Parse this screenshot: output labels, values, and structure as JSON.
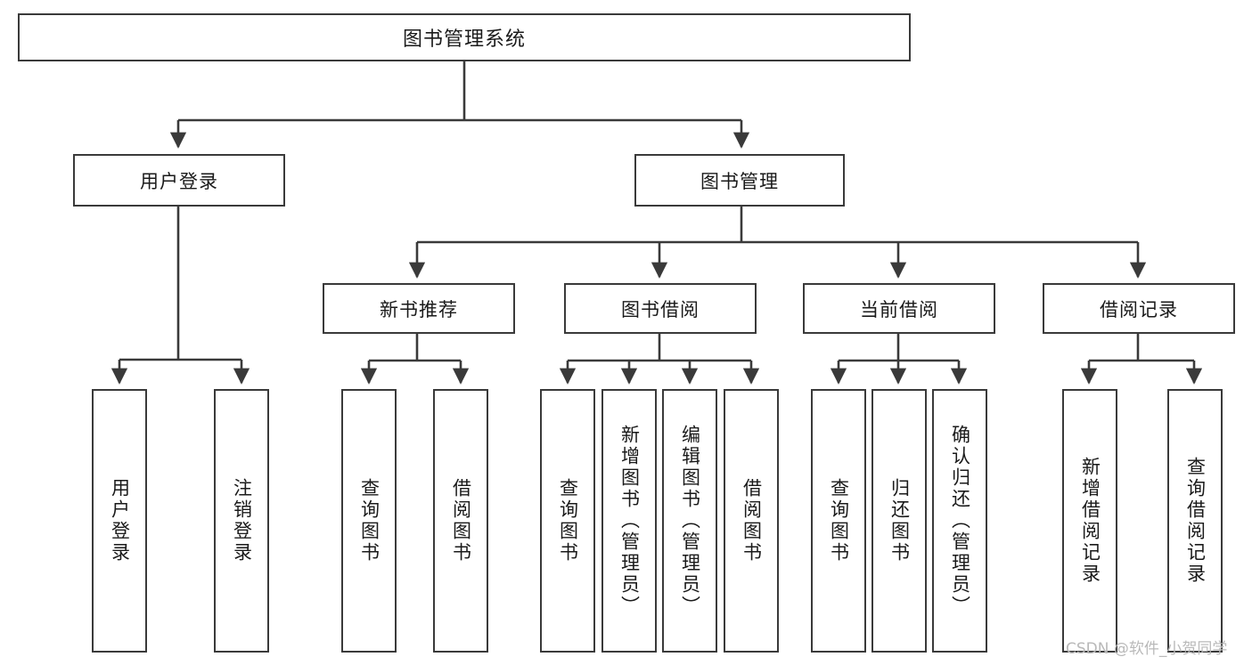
{
  "diagram": {
    "title": "图书管理系统",
    "type": "hierarchy-tree",
    "watermark": "CSDN @软件_小贺同学",
    "colors": {
      "box_border": "#3a3a3a",
      "box_fill": "#ffffff",
      "edge": "#3a3a3a",
      "text": "#1a1a1a",
      "watermark": "#b9b9b9"
    },
    "levels": {
      "root": {
        "label": "图书管理系统"
      },
      "level2": [
        {
          "label": "用户登录"
        },
        {
          "label": "图书管理"
        }
      ],
      "level3": [
        {
          "label": "新书推荐"
        },
        {
          "label": "图书借阅"
        },
        {
          "label": "当前借阅"
        },
        {
          "label": "借阅记录"
        }
      ],
      "leaves": {
        "user_login": [
          {
            "label": "用户登录"
          },
          {
            "label": "注销登录"
          }
        ],
        "new_book_recommend": [
          {
            "label": "查询图书"
          },
          {
            "label": "借阅图书"
          }
        ],
        "book_borrow": [
          {
            "label": "查询图书"
          },
          {
            "label": "新增图书（管理员）"
          },
          {
            "label": "编辑图书（管理员）"
          },
          {
            "label": "借阅图书"
          }
        ],
        "current_borrow": [
          {
            "label": "查询图书"
          },
          {
            "label": "归还图书"
          },
          {
            "label": "确认归还（管理员）"
          }
        ],
        "borrow_record": [
          {
            "label": "新增借阅记录"
          },
          {
            "label": "查询借阅记录"
          }
        ]
      }
    }
  }
}
